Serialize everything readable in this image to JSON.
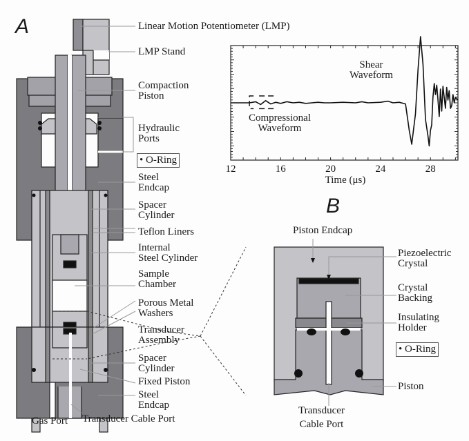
{
  "panels": {
    "a": "A",
    "b": "B"
  },
  "colors": {
    "light_gray": "#c4c4c8",
    "mid_gray": "#a8a8ae",
    "dark_gray": "#7a7a7e",
    "outline": "#222222",
    "background": "#fdfdfd"
  },
  "panel_a": {
    "labels": [
      {
        "id": "lmp",
        "text": "Linear Motion Potentiometer (LMP)"
      },
      {
        "id": "lmp-stand",
        "text": "LMP Stand"
      },
      {
        "id": "compaction-piston",
        "lines": [
          "Compaction",
          "Piston"
        ]
      },
      {
        "id": "hydraulic-ports",
        "lines": [
          "Hydraulic",
          "Ports"
        ]
      },
      {
        "id": "steel-endcap-top",
        "lines": [
          "Steel",
          "Endcap"
        ]
      },
      {
        "id": "spacer-cylinder-top",
        "lines": [
          "Spacer",
          "Cylinder"
        ]
      },
      {
        "id": "teflon-liners",
        "text": "Teflon Liners"
      },
      {
        "id": "internal-steel-cylinder",
        "lines": [
          "Internal",
          "Steel Cylinder"
        ]
      },
      {
        "id": "sample-chamber",
        "lines": [
          "Sample",
          "Chamber"
        ]
      },
      {
        "id": "porous-metal-washers",
        "lines": [
          "Porous Metal",
          "Washers"
        ]
      },
      {
        "id": "transducer-assembly",
        "lines": [
          "Transducer",
          "Assembly"
        ]
      },
      {
        "id": "spacer-cylinder-bottom",
        "lines": [
          "Spacer",
          "Cylinder"
        ]
      },
      {
        "id": "fixed-piston",
        "text": "Fixed Piston"
      },
      {
        "id": "steel-endcap-bottom",
        "lines": [
          "Steel",
          "Endcap"
        ]
      },
      {
        "id": "gas-port",
        "text": "Gas Port"
      },
      {
        "id": "transducer-cable-port",
        "text": "Transducer Cable Port"
      }
    ],
    "legend": "• O-Ring"
  },
  "panel_b": {
    "labels": [
      {
        "id": "piston-endcap",
        "text": "Piston Endcap"
      },
      {
        "id": "piezoelectric-crystal",
        "lines": [
          "Piezoelectric",
          "Crystal"
        ]
      },
      {
        "id": "crystal-backing",
        "lines": [
          "Crystal",
          "Backing"
        ]
      },
      {
        "id": "insulating-holder",
        "lines": [
          "Insulating",
          "Holder"
        ]
      },
      {
        "id": "piston",
        "text": "Piston"
      },
      {
        "id": "transducer-cable-port",
        "lines": [
          "Transducer",
          "Cable Port"
        ]
      }
    ],
    "legend": "• O-Ring"
  },
  "chart_data": {
    "type": "line",
    "title": "",
    "xlabel": "Time (μs)",
    "ylabel": "",
    "xlim": [
      12,
      30.2
    ],
    "ylim": [
      -1,
      1
    ],
    "xticks": [
      12,
      16,
      20,
      24,
      28
    ],
    "xtick_labels": [
      "12",
      "16",
      "20",
      "24",
      "28"
    ],
    "grid": false,
    "annotations": [
      {
        "text": [
          "Shear",
          "Waveform"
        ],
        "x": 24.8,
        "y": 0.75
      },
      {
        "text": [
          "Compressional",
          "Waveform"
        ],
        "x": 15.2,
        "y": -0.38
      },
      {
        "type": "dashed-bracket",
        "x_range": [
          13.5,
          15.6
        ],
        "y_range": [
          -0.08,
          0.1
        ]
      }
    ],
    "series": [
      {
        "name": "waveform",
        "x": [
          12,
          13.5,
          14.0,
          14.4,
          14.8,
          15.2,
          15.6,
          16.0,
          16.5,
          17.0,
          17.5,
          18.0,
          18.5,
          19.0,
          19.5,
          20.0,
          21.0,
          22.0,
          22.5,
          23.0,
          24.0,
          24.6,
          25.0,
          25.5,
          26.0,
          26.3,
          26.5,
          26.8,
          27.0,
          27.2,
          27.4,
          27.6,
          27.8,
          27.9,
          28.0,
          28.1,
          28.2,
          28.3,
          28.4,
          28.5,
          28.6,
          28.7,
          28.8,
          28.9,
          29.0,
          29.1,
          29.2,
          29.3,
          29.4,
          29.5,
          29.6,
          29.7,
          29.8,
          29.9,
          30.0,
          30.2
        ],
        "y": [
          0,
          0,
          0.02,
          -0.03,
          0.04,
          -0.02,
          0.01,
          -0.01,
          0.02,
          0,
          0.01,
          -0.01,
          0,
          0.01,
          0,
          0,
          0.01,
          0,
          0.02,
          0,
          0.01,
          0.03,
          0,
          0.01,
          -0.02,
          -0.5,
          -0.75,
          -0.2,
          0.6,
          1.2,
          0.7,
          -0.3,
          -0.6,
          -0.78,
          -0.5,
          -0.4,
          0.1,
          0.35,
          0.15,
          0.32,
          0.05,
          -0.25,
          0.25,
          -0.15,
          0.3,
          0.1,
          -0.1,
          0.28,
          0.05,
          0.22,
          -0.1,
          -0.05,
          0.15,
          0.0,
          0.1,
          0.05
        ]
      }
    ]
  }
}
